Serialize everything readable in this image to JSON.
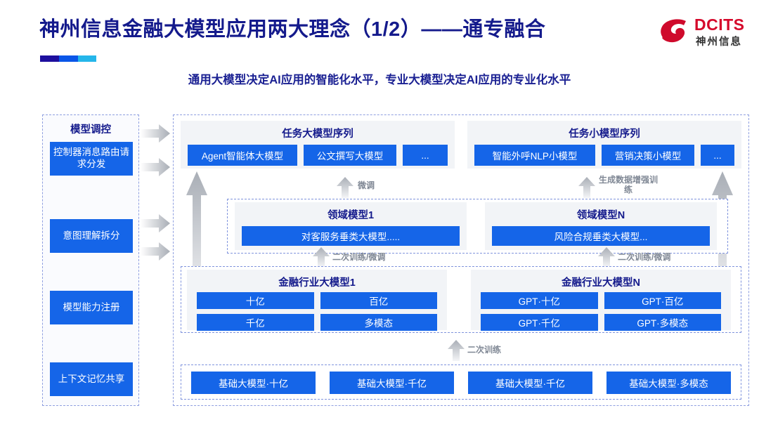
{
  "header": {
    "title": "神州信息金融大模型应用两大理念（1/2）——通专融合",
    "subtitle": "通用大模型决定AI应用的智能化水平，专业大模型决定AI应用的专业化水平",
    "logo": {
      "wordmark": "DCITS",
      "cn": "神州信息",
      "icon": "dcits-swirl-logo"
    },
    "accent_colors": [
      "#1d0f9e",
      "#0a56e8",
      "#25b6ea"
    ]
  },
  "colors": {
    "chip_blue": "#1565e8",
    "title_navy": "#141a8c",
    "panel_grey": "#f2f4f7",
    "dashed_border": "#8f9fe0",
    "arrow_grey": "#b9bdc4"
  },
  "sidebar": {
    "title": "模型调控",
    "items": [
      {
        "label": "控制器消息路由请求分发"
      },
      {
        "label": "意图理解拆分"
      },
      {
        "label": "模型能力注册"
      },
      {
        "label": "上下文记忆共享"
      }
    ]
  },
  "main": {
    "task_large": {
      "title": "任务大模型序列",
      "chips": [
        "Agent智能体大模型",
        "公文撰写大模型",
        "..."
      ]
    },
    "task_small": {
      "title": "任务小模型序列",
      "chips": [
        "智能外呼NLP小模型",
        "营销决策小模型",
        "..."
      ]
    },
    "domain": [
      {
        "title": "领域模型1",
        "chips": [
          "对客服务垂类大模型....."
        ]
      },
      {
        "title": "领域模型N",
        "chips": [
          "风险合规垂类大模型..."
        ]
      }
    ],
    "industry": [
      {
        "title": "金融行业大模型1",
        "chips": [
          "十亿",
          "百亿",
          "千亿",
          "多模态"
        ]
      },
      {
        "title": "金融行业大模型N",
        "chips": [
          "GPT·十亿",
          "GPT·百亿",
          "GPT·千亿",
          "GPT·多模态"
        ]
      }
    ],
    "base": {
      "chips": [
        "基础大模型·十亿",
        "基础大模型·千亿",
        "基础大模型·千亿",
        "基础大模型·多模态"
      ]
    },
    "arrow_labels": {
      "fine_tune": "微调",
      "data_augment": "生成数据增强训练",
      "retrain_finetune_left": "二次训练/微调",
      "retrain_finetune_right": "二次训练/微调",
      "retrain": "二次训练"
    }
  }
}
